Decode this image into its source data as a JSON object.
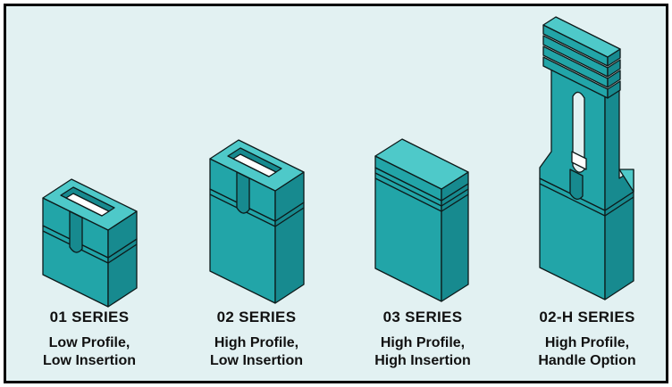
{
  "colors": {
    "frame_background": "#e2f1f2",
    "jumper_top": "#4ec9c9",
    "jumper_front": "#22a5a8",
    "jumper_side": "#178a8f",
    "outline": "#0d1a1a",
    "border": "#000000"
  },
  "products": [
    {
      "series": "01 SERIES",
      "line1": "Low Profile,",
      "line2": "Low Insertion"
    },
    {
      "series": "02 SERIES",
      "line1": "High Profile,",
      "line2": "Low Insertion"
    },
    {
      "series": "03 SERIES",
      "line1": "High Profile,",
      "line2": "High Insertion"
    },
    {
      "series": "02-H SERIES",
      "line1": "High Profile,",
      "line2": "Handle Option"
    }
  ]
}
